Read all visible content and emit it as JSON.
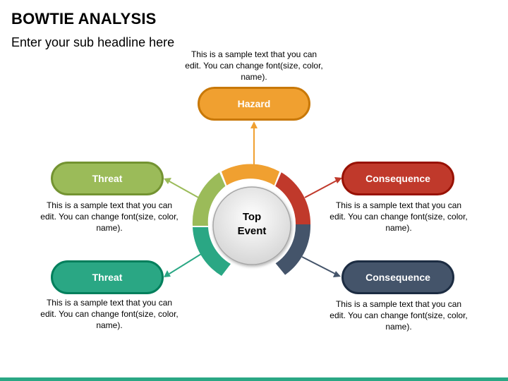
{
  "title": "BOWTIE ANALYSIS",
  "subtitle": "Enter your sub headline here",
  "center": {
    "line1": "Top",
    "line2": "Event"
  },
  "nodes": {
    "hazard": {
      "label": "Hazard",
      "text": "This is a sample text that you can edit. You can change font(size, color, name).",
      "color": "#F0A030"
    },
    "threat_top": {
      "label": "Threat",
      "text": "This is a sample text that you can edit. You can change font(size, color, name).",
      "color": "#9BBB59"
    },
    "threat_bottom": {
      "label": "Threat",
      "text": "This is a sample text that you can edit. You can change font(size, color, name).",
      "color": "#2AA784"
    },
    "consequence_top": {
      "label": "Consequence",
      "text": "This is a sample text that you can edit. You can change font(size, color, name).",
      "color": "#C0392B"
    },
    "consequence_bottom": {
      "label": "Consequence",
      "text": "This is a sample text that you can edit. You can change font(size, color, name).",
      "color": "#44546A"
    }
  },
  "footer_color": "#2AA784"
}
